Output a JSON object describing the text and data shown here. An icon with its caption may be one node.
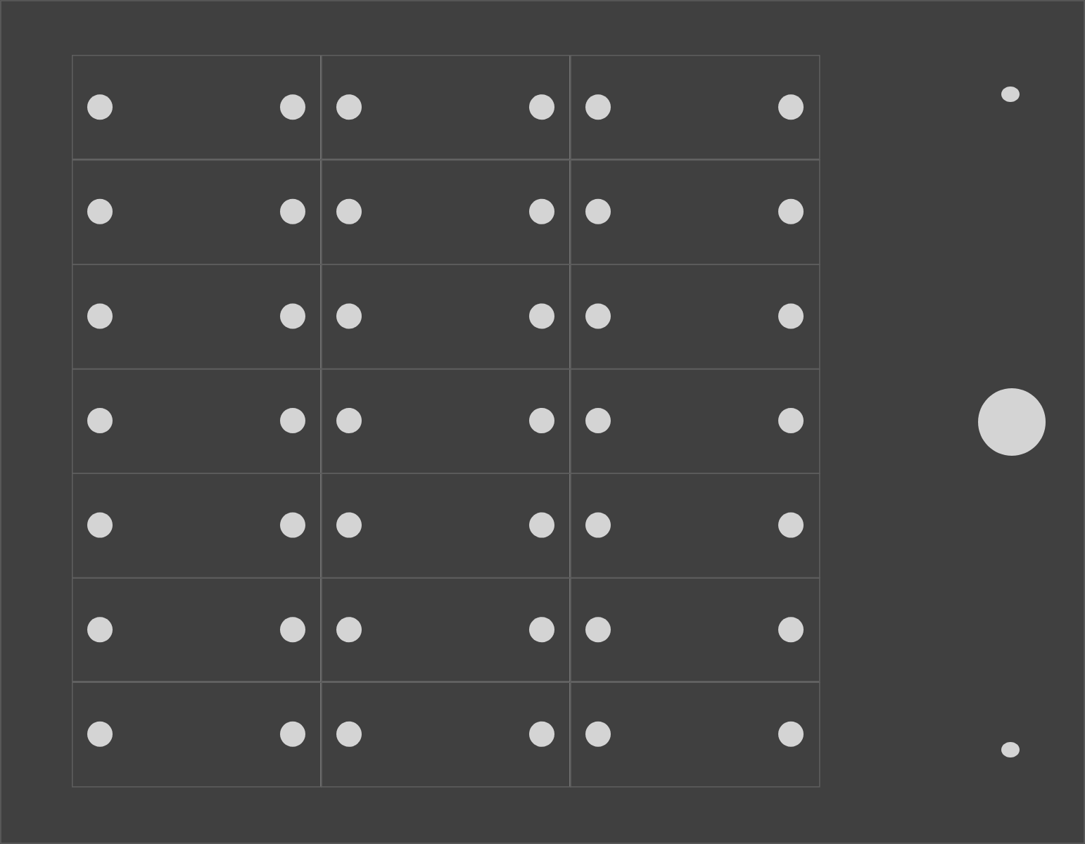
{
  "diagram": {
    "nodes": [
      {
        "text": [],
        "shape": "box"
      },
      {
        "text": [],
        "shape": "circle",
        "in": 0
      },
      {
        "text": [],
        "shape": "circle",
        "in": 0
      },
      {
        "text": [],
        "shape": "box"
      },
      {
        "text": [],
        "shape": "circle",
        "in": 3
      },
      {
        "text": [],
        "shape": "circle",
        "in": 3
      },
      {
        "text": [],
        "shape": "box"
      },
      {
        "text": [],
        "shape": "circle",
        "in": 6
      },
      {
        "text": [],
        "shape": "circle",
        "in": 6
      },
      {
        "text": [],
        "shape": "box"
      },
      {
        "text": [],
        "shape": "circle",
        "in": 9
      },
      {
        "text": [],
        "shape": "circle",
        "in": 9
      },
      {
        "text": [],
        "shape": "box"
      },
      {
        "text": [],
        "shape": "circle",
        "in": 12
      },
      {
        "text": [],
        "shape": "circle",
        "in": 12
      },
      {
        "text": [],
        "shape": "box"
      },
      {
        "text": [],
        "shape": "circle",
        "in": 15
      },
      {
        "text": [],
        "shape": "circle",
        "in": 15
      },
      {
        "text": [],
        "shape": "box"
      },
      {
        "text": [],
        "shape": "circle",
        "in": 18
      },
      {
        "text": [],
        "shape": "circle",
        "in": 18
      },
      {
        "text": [],
        "shape": "box"
      },
      {
        "text": [],
        "shape": "circle",
        "in": 21
      },
      {
        "text": [],
        "shape": "circle",
        "in": 21
      },
      {
        "text": [],
        "shape": "box"
      },
      {
        "text": [],
        "shape": "circle",
        "in": 24
      },
      {
        "text": [],
        "shape": "circle",
        "in": 24
      },
      {
        "text": [],
        "shape": "box"
      },
      {
        "text": [],
        "shape": "circle",
        "in": 27
      },
      {
        "text": [],
        "shape": "circle",
        "in": 27
      },
      {
        "text": [],
        "shape": "box"
      },
      {
        "text": [],
        "shape": "circle",
        "in": 30
      },
      {
        "text": [],
        "shape": "circle",
        "in": 30
      },
      {
        "text": [],
        "shape": "box"
      },
      {
        "text": [],
        "shape": "circle",
        "in": 33
      },
      {
        "text": [],
        "shape": "circle",
        "in": 33
      },
      {
        "text": [],
        "shape": "box"
      },
      {
        "text": [],
        "shape": "circle",
        "in": 36
      },
      {
        "text": [],
        "shape": "circle",
        "in": 36
      },
      {
        "text": [],
        "shape": "box"
      },
      {
        "text": [],
        "shape": "circle",
        "in": 39
      },
      {
        "text": [],
        "shape": "circle",
        "in": 39
      },
      {
        "text": [],
        "shape": "box"
      },
      {
        "text": [],
        "shape": "circle",
        "in": 42
      },
      {
        "text": [],
        "shape": "circle",
        "in": 42
      },
      {
        "text": [],
        "shape": "box"
      },
      {
        "text": [],
        "shape": "circle",
        "in": 45
      },
      {
        "text": [],
        "shape": "circle",
        "in": 45
      },
      {
        "text": [],
        "shape": "box"
      },
      {
        "text": [],
        "shape": "circle",
        "in": 48
      },
      {
        "text": [],
        "shape": "circle",
        "in": 48
      },
      {
        "text": [],
        "shape": "box"
      },
      {
        "text": [],
        "shape": "circle",
        "in": 51
      },
      {
        "text": [],
        "shape": "circle",
        "in": 51
      },
      {
        "text": [],
        "shape": "box"
      },
      {
        "text": [],
        "shape": "circle",
        "in": 54
      },
      {
        "text": [],
        "shape": "circle",
        "in": 54
      },
      {
        "text": [],
        "shape": "box"
      },
      {
        "text": [],
        "shape": "circle",
        "in": 57
      },
      {
        "text": [],
        "shape": "circle",
        "in": 57
      },
      {
        "text": [],
        "shape": "box"
      },
      {
        "text": [],
        "shape": "circle",
        "in": 60
      },
      {
        "text": [],
        "shape": "circle",
        "in": 60
      },
      {
        "text": [],
        "shape": "circle"
      },
      {
        "text": [],
        "shape": "circle"
      },
      {
        "text": [],
        "shape": "circle"
      }
    ]
  }
}
